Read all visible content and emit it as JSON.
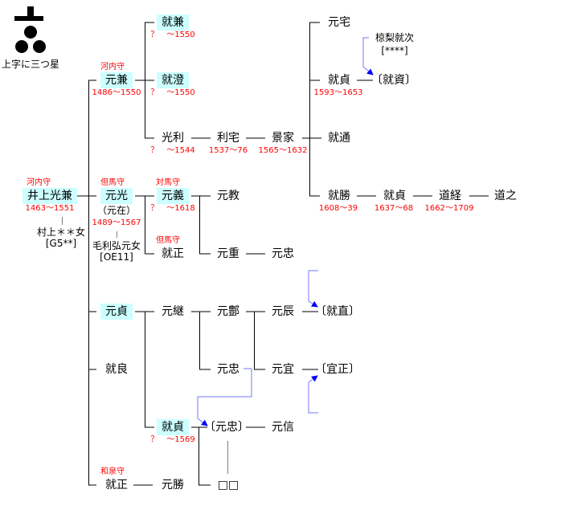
{
  "crest": {
    "caption": "上字に三つ星"
  },
  "nodes": {
    "mitsukane": {
      "name": "井上光兼",
      "title": "河内守",
      "years": "1463～1551",
      "wife": "村上＊＊女",
      "wife_code": "[G5**]"
    },
    "motokane": {
      "name": "元兼",
      "title": "河内守",
      "years": "1486～1550"
    },
    "narikane": {
      "name": "就兼",
      "years": "？　～1550"
    },
    "narizumi": {
      "name": "就澄",
      "years": "？　～1550"
    },
    "mitsutoshi": {
      "name": "光利",
      "years": "？　～1544"
    },
    "toshiie": {
      "name": "利宅",
      "years": "1537～76"
    },
    "kageie": {
      "name": "景家",
      "years": "1565～1632"
    },
    "motoie": {
      "name": "元宅"
    },
    "narisada1": {
      "name": "就貞",
      "years": "1593～1653"
    },
    "narisuke": {
      "name": "〔就資〕",
      "adopt_from": "椋梨就次",
      "adopt_code": "[****]"
    },
    "narimichi": {
      "name": "就通"
    },
    "narikatsu": {
      "name": "就勝",
      "years": "1608～39"
    },
    "narisada2": {
      "name": "就貞",
      "years": "1637～68"
    },
    "michitsune": {
      "name": "道経",
      "years": "1662～1709"
    },
    "michiyuki": {
      "name": "道之"
    },
    "motomitsu": {
      "name": "元光",
      "title": "但馬守",
      "alias": "（元在）",
      "years": "1489～1567",
      "wife": "毛利弘元女",
      "wife_code": "[OE11]"
    },
    "motoyoshi": {
      "name": "元義",
      "title": "対馬守",
      "years": "？　～1618"
    },
    "motonori": {
      "name": "元教"
    },
    "narimasa1": {
      "name": "就正",
      "title": "但馬守"
    },
    "motoshige": {
      "name": "元重"
    },
    "motota1": {
      "name": "元忠"
    },
    "motosada": {
      "name": "元貞"
    },
    "mototsugu": {
      "name": "元継"
    },
    "motohou": {
      "name": "元鄷"
    },
    "mototoki": {
      "name": "元辰"
    },
    "narinao": {
      "name": "〔就直〕"
    },
    "motota2": {
      "name": "元忠"
    },
    "motoyoshi2": {
      "name": "元宜"
    },
    "yoshimasa": {
      "name": "〔宜正〕"
    },
    "nariyoshi": {
      "name": "就良"
    },
    "narisada3": {
      "name": "就貞",
      "years": "？　～1569"
    },
    "motota3": {
      "name": "〔元忠〕"
    },
    "motonobu": {
      "name": "元信"
    },
    "unknown": {
      "name": "□□"
    },
    "narimasa2": {
      "name": "就正",
      "title": "和泉守"
    },
    "motokatsu": {
      "name": "元勝"
    }
  }
}
